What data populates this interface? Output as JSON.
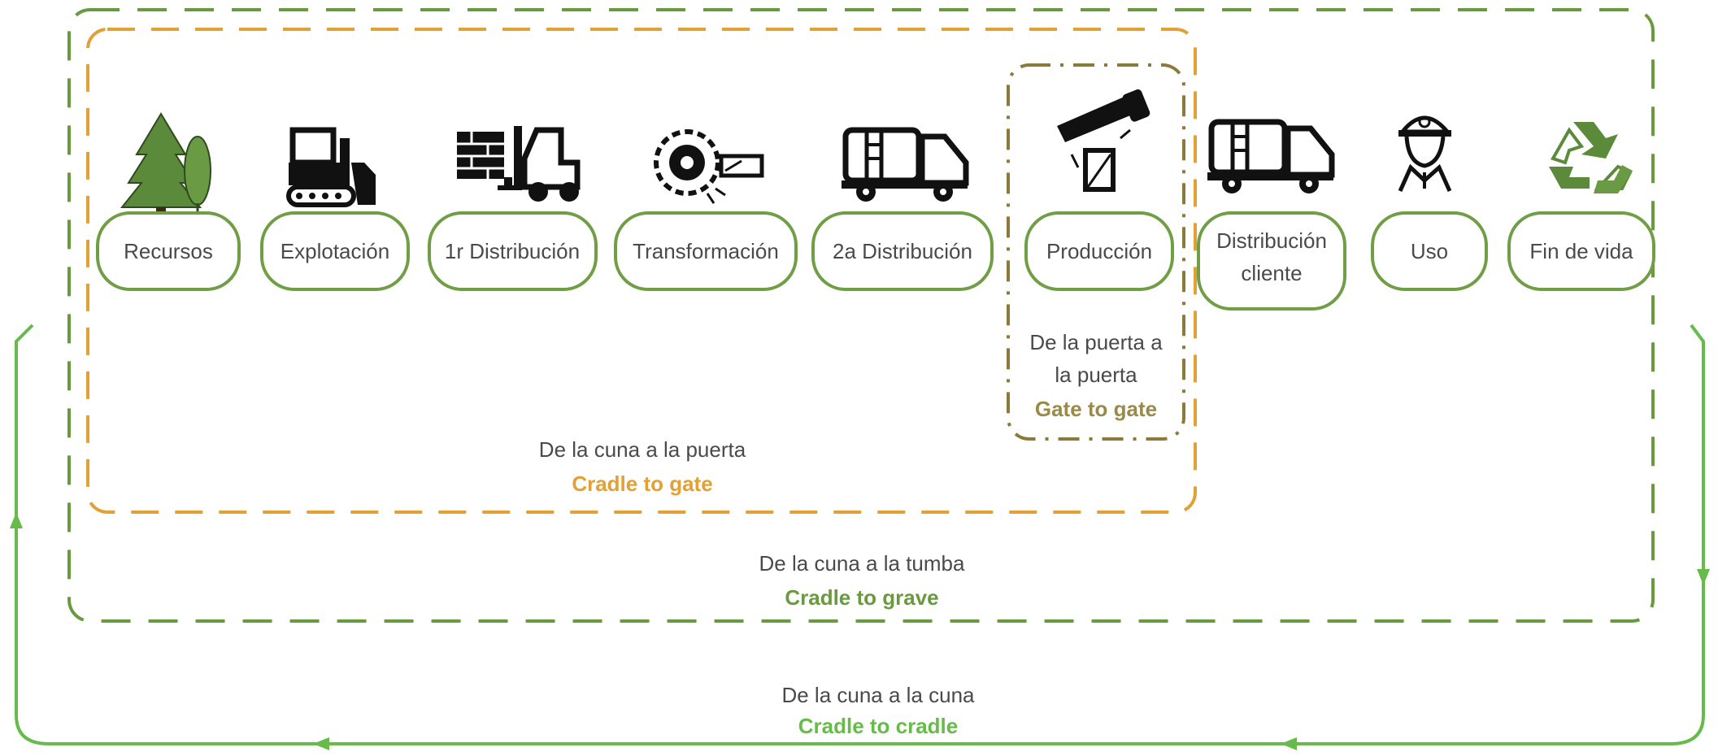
{
  "stages": [
    {
      "label": "Recursos",
      "icon": "trees-icon"
    },
    {
      "label": "Explotación",
      "icon": "bulldozer-icon"
    },
    {
      "label": "1r Distribución",
      "icon": "forklift-icon"
    },
    {
      "label": "Transformación",
      "icon": "circular-saw-icon"
    },
    {
      "label": "2a Distribución",
      "icon": "truck-icon"
    },
    {
      "label": "Producción",
      "icon": "handsaw-icon"
    },
    {
      "label_line1": "Distribución",
      "label_line2": "cliente",
      "icon": "truck-icon"
    },
    {
      "label": "Uso",
      "icon": "worker-icon"
    },
    {
      "label": "Fin de vida",
      "icon": "recycle-icon"
    }
  ],
  "boundaries": {
    "gate_to_gate": {
      "line1": "De la puerta a",
      "line2": "la puerta",
      "english": "Gate to gate",
      "color": "#9a8a4a"
    },
    "cradle_to_gate": {
      "spanish": "De la cuna a la puerta",
      "english": "Cradle to gate",
      "color": "#e3a035"
    },
    "cradle_to_grave": {
      "spanish": "De la cuna a la tumba",
      "english": "Cradle to grave",
      "color": "#6a9a3e"
    },
    "cradle_to_cradle": {
      "spanish": "De la cuna a la cuna",
      "english": "Cradle to cradle",
      "color": "#66bb4a"
    }
  },
  "colors": {
    "pill_border": "#6f9e45",
    "icon_dark": "#111111",
    "icon_green": "#5b8a3a"
  }
}
